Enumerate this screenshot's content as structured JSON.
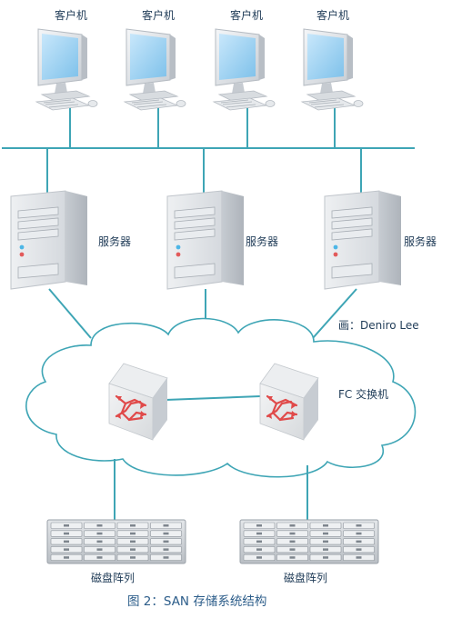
{
  "diagram": {
    "clients": [
      {
        "label": "客户机"
      },
      {
        "label": "客户机"
      },
      {
        "label": "客户机"
      },
      {
        "label": "客户机"
      }
    ],
    "servers": [
      {
        "label": "服务器"
      },
      {
        "label": "服务器"
      },
      {
        "label": "服务器"
      }
    ],
    "author_note": "画：Deniro Lee",
    "switch_label": "FC 交换机",
    "disk_arrays": [
      {
        "label": "磁盘阵列"
      },
      {
        "label": "磁盘阵列"
      }
    ],
    "caption": "图 2：SAN 存储系统结构",
    "colors": {
      "line": "#3ea5b5",
      "screen": "#9fd3f3",
      "switch_arrow": "#e04a4a",
      "text": "#1f3b57",
      "caption": "#2c5d8a"
    }
  }
}
